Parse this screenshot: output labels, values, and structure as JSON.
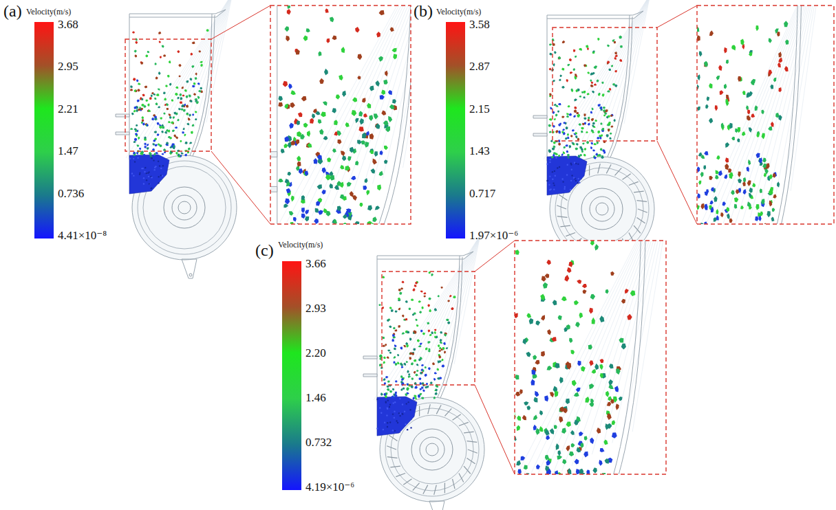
{
  "diagram": {
    "labels": [
      "(a)",
      "Velocity(m/s)",
      "3.68",
      "2.95",
      "2.21",
      "1.47",
      "0.736",
      "4.41×10⁻⁸",
      "(b)",
      "Velocity(m/s)",
      "3.58",
      "2.87",
      "2.15",
      "1.43",
      "0.717",
      "1.97×10⁻⁶",
      "(c)",
      "Velocity(m/s)",
      "3.66",
      "2.93",
      "2.20",
      "1.46",
      "0.732",
      "4.19×10⁻⁶"
    ]
  }
}
